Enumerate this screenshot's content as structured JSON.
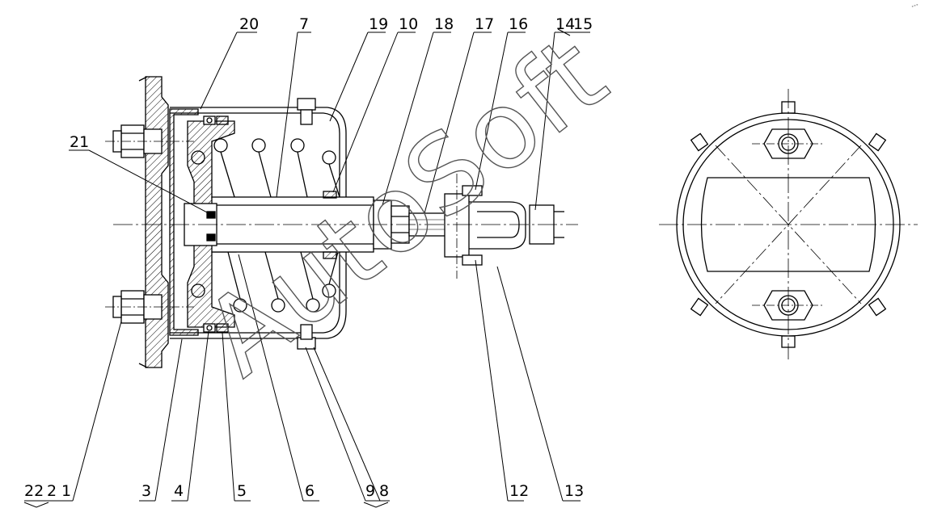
{
  "drawing": {
    "watermark": "AutoSoft",
    "corner_mark": "˚˚˚",
    "top_callouts": [
      "20",
      "7",
      "19",
      "10",
      "18",
      "17",
      "16",
      "14",
      "15"
    ],
    "left_callout": "21",
    "bottom_callouts": [
      "22",
      "2",
      "1",
      "3",
      "4",
      "5",
      "6",
      "9",
      "8",
      "12",
      "13"
    ]
  }
}
